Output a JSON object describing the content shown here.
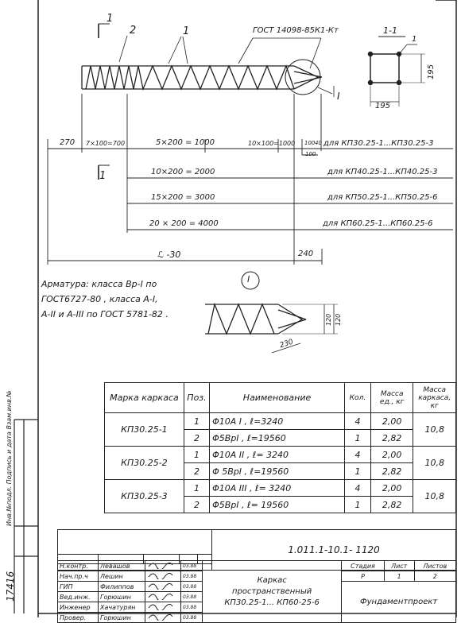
{
  "drawing": {
    "callout_1": "1",
    "callout_2": "2",
    "callout_1b": "1",
    "callout_1c": "1",
    "gost_label": "ГОСТ 14098-85К1-Кт",
    "section_label": "1-1",
    "section_pos_1": "1",
    "section_dim_v": "195",
    "section_dim_h": "195",
    "detail_callout": "I",
    "dim_270": "270",
    "dim_7x100": "7×100=700",
    "dim_5x200": "5×200 = 1000",
    "dim_10x100": "10×100=1000",
    "dim_100": "100",
    "dim_40": "40",
    "dim_100b": "100",
    "row1_for": "для КП30.25-1...КП30.25-3",
    "dim_10x200": "10×200 = 2000",
    "row2_for": "для КП40.25-1...КП40.25-3",
    "dim_15x200": "15×200 = 3000",
    "row3_for": "для КП50.25-1...КП50.25-6",
    "dim_20x200": "20 × 200 = 4000",
    "row4_for": "для КП60.25-1...КП60.25-6",
    "dim_L": "ℒ -30",
    "dim_240": "240",
    "detail_mark": "I",
    "detail_dim_120a": "120",
    "detail_dim_120b": "120",
    "detail_dim_230": "230"
  },
  "note": {
    "line1": "Арматура: класса Вр-I по",
    "line2": "ГОСТ6727-80 , класса А-I,",
    "line3": "А-II и А-III по ГОСТ 5781-82 ."
  },
  "spec": {
    "headers": [
      "Марка каркаса",
      "Поз.",
      "Наименование",
      "Кол.",
      "Масса ед., кг",
      "Масса каркаса, кг"
    ],
    "groups": [
      {
        "mark": "КП30.25-1",
        "total": "10,8",
        "rows": [
          {
            "pos": "1",
            "name": "Φ10А I ,  ℓ=3240",
            "qty": "4",
            "mass": "2,00"
          },
          {
            "pos": "2",
            "name": "Φ5ВрI ,  ℓ=19560",
            "qty": "1",
            "mass": "2,82"
          }
        ]
      },
      {
        "mark": "КП30.25-2",
        "total": "10,8",
        "rows": [
          {
            "pos": "1",
            "name": "Φ10А II ,  ℓ= 3240",
            "qty": "4",
            "mass": "2,00"
          },
          {
            "pos": "2",
            "name": "Φ 5ВрI ,  ℓ=19560",
            "qty": "1",
            "mass": "2,82"
          }
        ]
      },
      {
        "mark": "КП30.25-3",
        "total": "10,8",
        "rows": [
          {
            "pos": "1",
            "name": "Φ10А III ,  ℓ= 3240",
            "qty": "4",
            "mass": "2,00"
          },
          {
            "pos": "2",
            "name": "Φ5ВрI ,  ℓ= 19560",
            "qty": "1",
            "mass": "2,82"
          }
        ]
      }
    ]
  },
  "title_block": {
    "code": "1.011.1-10.1- 1120",
    "roles": [
      "Н.контр.",
      "Нач.пр.ч",
      "ГИП",
      "Вед.инж.",
      "Инженер",
      "Провер."
    ],
    "names": [
      "Левашов",
      "Лешин",
      "Филиппов",
      "Горюшин",
      "Хачатурян",
      "Горюшин"
    ],
    "dates": [
      "03.88",
      "03.88",
      "03.88",
      "03.88",
      "03.88",
      "03.88"
    ],
    "title_lines": [
      "Каркас",
      "пространственный",
      "КП30.25-1... КП60-25-6"
    ],
    "stage_h": "Стадия",
    "sheet_h": "Лист",
    "sheets_h": "Листов",
    "stage": "Р",
    "sheet": "1",
    "sheets": "2",
    "org": "Фундаментпроект"
  },
  "sidebar": {
    "label": "Инв.№подл. Подпись и дата Взам.инв.№",
    "inv": "17416"
  }
}
